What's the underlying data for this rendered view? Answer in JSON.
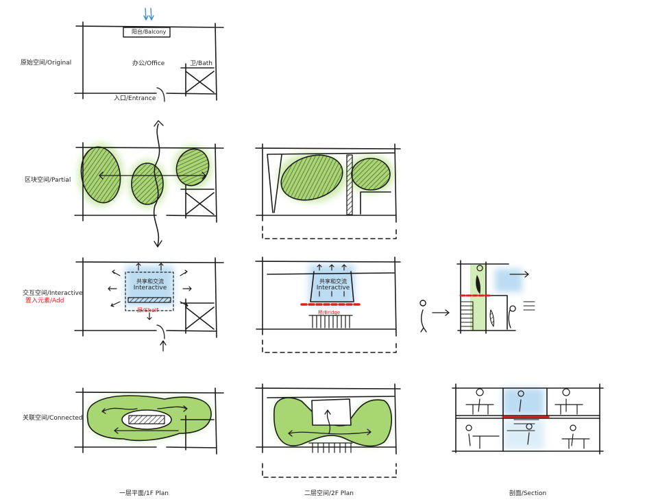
{
  "row_labels": {
    "original": "原始空间/Original",
    "partial": "区块空间/Partial",
    "interactive": "交互空间/Interactive",
    "interactive_add": "置入元素/Add",
    "connected": "关联空间/Connected"
  },
  "plan_labels": {
    "balcony": "阳台/Balcony",
    "office": "办公/Office",
    "bath": "卫/Bath",
    "entrance": "入口/Entrance",
    "shared_cn": "共享和交流",
    "shared_en": "Interactive",
    "shelf": "屏/Shelf",
    "bridge": "桥/Bridge"
  },
  "column_labels": {
    "plan_1f": "一层平面/1F Plan",
    "plan_2f": "二层空间/2F Plan",
    "section": "剖面/Section"
  },
  "colors": {
    "ink": "#1a1a1a",
    "green": "#a8d672",
    "green_glow": "#cfeab0",
    "blue": "#bcdcf2",
    "red": "#d8231d"
  }
}
